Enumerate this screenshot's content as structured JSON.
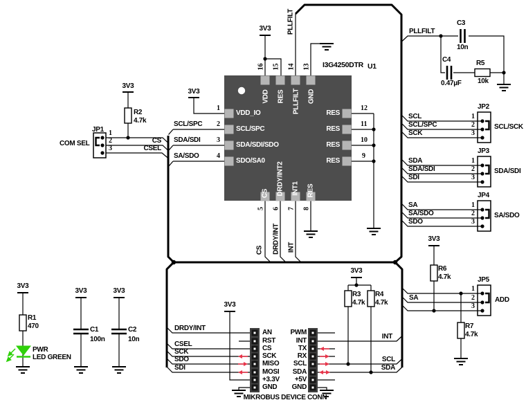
{
  "ic": {
    "ref": "U1",
    "part": "I3G4250DTR",
    "left_pins": [
      {
        "num": "1",
        "name": "VDD_IO"
      },
      {
        "num": "2",
        "name": "SCL/SPC"
      },
      {
        "num": "3",
        "name": "SDA/SDI/SDO"
      },
      {
        "num": "4",
        "name": "SDO/SA0"
      }
    ],
    "right_pins": [
      {
        "num": "12",
        "name": "RES"
      },
      {
        "num": "11",
        "name": "RES"
      },
      {
        "num": "10",
        "name": "RES"
      },
      {
        "num": "9",
        "name": "RES"
      }
    ],
    "top_pins": [
      {
        "num": "16",
        "name": "VDD"
      },
      {
        "num": "15",
        "name": "RES"
      },
      {
        "num": "14",
        "name": "PLLFILT"
      },
      {
        "num": "13",
        "name": "GND"
      }
    ],
    "bottom_pins": [
      {
        "num": "5",
        "name": "CS"
      },
      {
        "num": "6",
        "name": "DRDY/INT2"
      },
      {
        "num": "7",
        "name": "INT1"
      },
      {
        "num": "8",
        "name": "RES"
      }
    ]
  },
  "power_label": "3V3",
  "net_labels": {
    "pllfilt": "PLLFILT",
    "ic_in": [
      "SCL/SPC",
      "SDA/SDI",
      "SA/SDO"
    ],
    "bus_down": [
      "CS",
      "DRDY/INT",
      "INT"
    ]
  },
  "jumpers": {
    "jp1": {
      "ref": "JP1",
      "function": "COM SEL",
      "pins": [
        "1",
        "2",
        "3"
      ],
      "pin_nets": [
        "",
        "CS",
        "CSEL"
      ]
    },
    "jp2": {
      "ref": "JP2",
      "function": "SCL/SCK",
      "pins": [
        "1",
        "2",
        "3"
      ],
      "pin_nets": [
        "SCL",
        "SCL/SPC",
        "SCK"
      ]
    },
    "jp3": {
      "ref": "JP3",
      "function": "SDA/SDI",
      "pins": [
        "1",
        "2",
        "3"
      ],
      "pin_nets": [
        "SDA",
        "SDA/SDI",
        "SDI"
      ]
    },
    "jp4": {
      "ref": "JP4",
      "function": "SA/SDO",
      "pins": [
        "1",
        "2",
        "3"
      ],
      "pin_nets": [
        "SA",
        "SA/SDO",
        "SDO"
      ]
    },
    "jp5": {
      "ref": "JP5",
      "function": "ADD",
      "pins": [
        "1",
        "2",
        "3"
      ],
      "pin_nets": [
        "",
        "SA",
        ""
      ]
    }
  },
  "resistors": {
    "r1": {
      "ref": "R1",
      "value": "470"
    },
    "r2": {
      "ref": "R2",
      "value": "4.7k"
    },
    "r3": {
      "ref": "R3",
      "value": "4.7k"
    },
    "r4": {
      "ref": "R4",
      "value": "4.7k"
    },
    "r5": {
      "ref": "R5",
      "value": "10k"
    },
    "r6": {
      "ref": "R6",
      "value": "4.7k"
    },
    "r7": {
      "ref": "R7",
      "value": "4.7k"
    }
  },
  "capacitors": {
    "c1": {
      "ref": "C1",
      "value": "100n"
    },
    "c2": {
      "ref": "C2",
      "value": "10n"
    },
    "c3": {
      "ref": "C3",
      "value": "10n"
    },
    "c4": {
      "ref": "C4",
      "value": "0.47µF"
    }
  },
  "led": {
    "name": "PWR",
    "type": "LED GREEN"
  },
  "mikrobus": {
    "title": "MIKROBUS DEVICE CONN",
    "left_pins": [
      "AN",
      "RST",
      "CS",
      "SCK",
      "MISO",
      "MOSI",
      "+3.3V",
      "GND"
    ],
    "right_pins": [
      "PWM",
      "INT",
      "TX",
      "RX",
      "SCL",
      "SDA",
      "+5V",
      "GND"
    ],
    "left_nets": [
      "DRDY/INT",
      "CSEL",
      "SCK",
      "SDO",
      "SDI"
    ],
    "right_nets": [
      "INT",
      "SCL",
      "SDA"
    ]
  },
  "colors": {
    "wire": "#000000",
    "ic_body": "#4d4d4d",
    "ic_pad": "#b5b5b5",
    "header_body": "#3f3f3f",
    "arrow_red": "#e8354a",
    "led_green": "#2fd10a",
    "background": "#ffffff"
  }
}
